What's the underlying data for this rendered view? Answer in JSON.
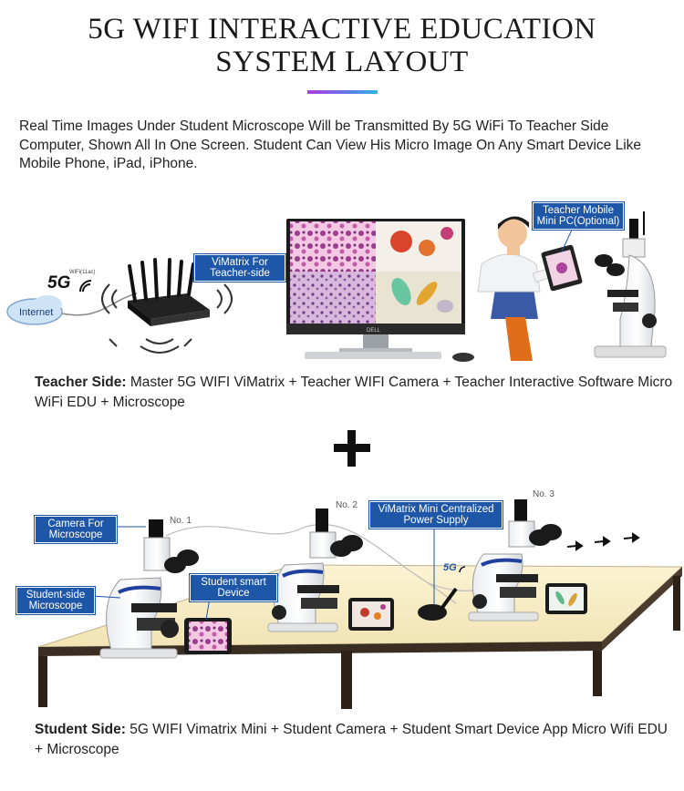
{
  "title": {
    "line1": "5G WIFI INTERACTIVE EDUCATION",
    "line2": "SYSTEM LAYOUT"
  },
  "intro": "Real Time Images Under Student Microscope Will be Transmitted By 5G WiFi To Teacher Side Computer, Shown All In One Screen. Student Can View His Micro Image On Any Smart Device Like Mobile Phone, iPad, iPhone.",
  "teacher": {
    "labels": {
      "internet": "Internet",
      "fiveg": "5G",
      "fiveg_sub": "WiFi(11ac)",
      "vimatrix": "ViMatrix For Teacher-side",
      "mobile": "Teacher Mobile Mini PC(Optional)",
      "monitor_brand": "DELL"
    },
    "caption_bold": "Teacher Side:",
    "caption_text": " Master 5G WIFI ViMatrix + Teacher WIFI Camera + Teacher Interactive Software Micro WiFi EDU + Microscope"
  },
  "student": {
    "labels": {
      "camera": "Camera For Microscope",
      "student_micro": "Student-side Microscope",
      "smart_device": "Student smart Device",
      "power": "ViMatrix Mini Centralized Power Supply",
      "no1": "No. 1",
      "no2": "No. 2",
      "no3": "No. 3",
      "fiveg": "5G"
    },
    "caption_bold": "Student Side:",
    "caption_text": " 5G WIFI Vimatrix Mini + Student Camera + Student Smart Device App Micro Wifi EDU + Microscope"
  },
  "colors": {
    "label_bg": "#1e56a8",
    "accent_gradient_start": "#b23bd6",
    "accent_gradient_end": "#31b4e8",
    "table_top": "#f6ecc2"
  }
}
